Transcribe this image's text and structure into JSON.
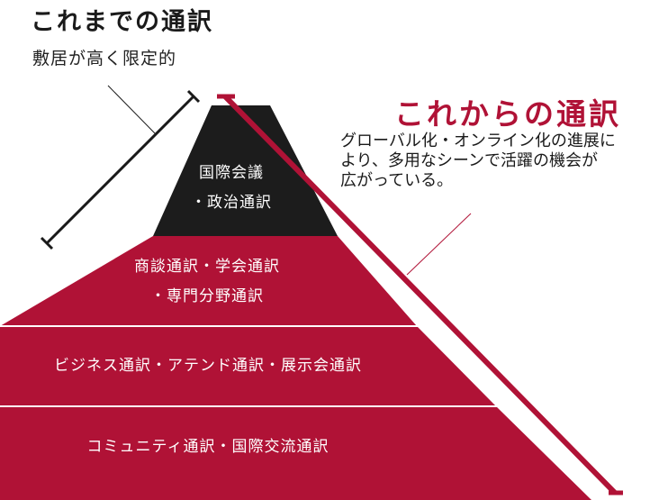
{
  "past": {
    "title": "これまでの通訳",
    "description": "敷居が高く限定的"
  },
  "future": {
    "title": "これからの通訳",
    "description_lines": [
      "グローバル化・オンライン化の進展に",
      "より、多用なシーンで活躍の機会が",
      "広がっている。"
    ]
  },
  "pyramid": {
    "tiers": [
      {
        "lines": [
          "国際会議",
          "・政治通訳"
        ],
        "color": "#1c1c1c"
      },
      {
        "lines": [
          "商談通訳・学会通訳",
          "・専門分野通訳"
        ],
        "color": "#b01236"
      },
      {
        "lines": [
          "ビジネス通訳・アテンド通訳・展示会通訳"
        ],
        "color": "#b01236"
      },
      {
        "lines": [
          "コミュニティ通訳・国際交流通訳"
        ],
        "color": "#b01236"
      }
    ]
  },
  "colors": {
    "accent": "#b01236",
    "dark": "#1c1c1c",
    "divider": "#ffffff"
  }
}
